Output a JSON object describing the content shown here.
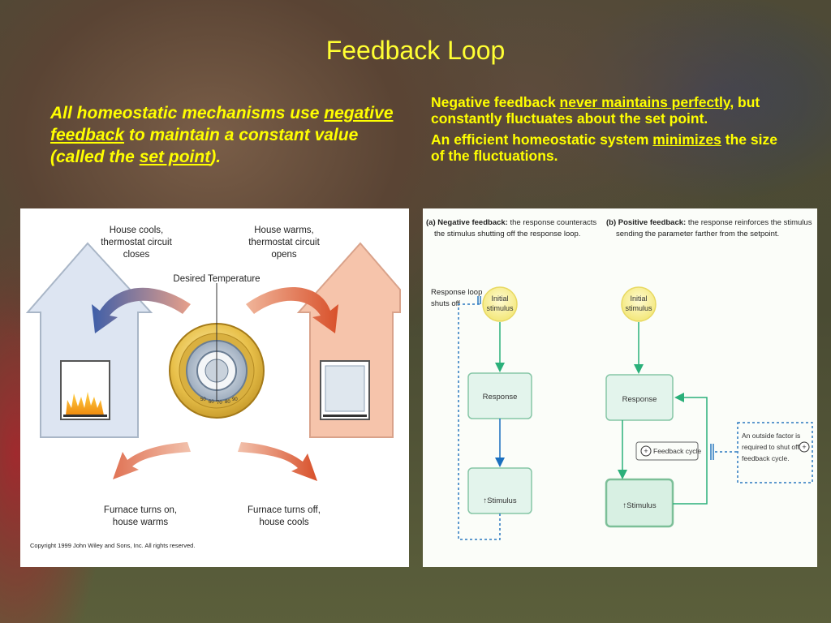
{
  "slide": {
    "title": "Feedback Loop",
    "left": {
      "part1": "All homeostatic mechanisms use ",
      "term1": "negative feedback",
      "part2": " to maintain a constant value (called the ",
      "term2": "set point",
      "part3": ")."
    },
    "right": {
      "p1_a": "Negative feedback ",
      "p1_u": "never maintains perfectly",
      "p1_b": ", but constantly fluctuates about the set point.",
      "p2_a": "An efficient homeostatic system ",
      "p2_u": "minimizes",
      "p2_b": " the size of the fluctuations."
    }
  },
  "thermostat_figure": {
    "top_left_label_1": "House cools,",
    "top_left_label_2": "thermostat circuit",
    "top_left_label_3": "closes",
    "top_right_label_1": "House warms,",
    "top_right_label_2": "thermostat circuit",
    "top_right_label_3": "opens",
    "center_label": "Desired Temperature",
    "bottom_left_label_1": "Furnace turns on,",
    "bottom_left_label_2": "house warms",
    "bottom_right_label_1": "Furnace turns off,",
    "bottom_right_label_2": "house cools",
    "copyright": "Copyright 1999 John Wiley and Sons, Inc. All rights reserved.",
    "dial_numbers": [
      "50",
      "60",
      "70",
      "80",
      "90"
    ],
    "colors": {
      "cool_house": "#dde5f2",
      "warm_house": "#f6c4ab",
      "flame": "#f5b514"
    }
  },
  "feedback_figure": {
    "a_heading_bold": "(a) Negative feedback:",
    "a_heading_rest": " the response counteracts",
    "a_heading_line2": "the stimulus shutting off the response loop.",
    "b_heading_bold": "(b) Positive feedback:",
    "b_heading_rest": " the response reinforces the stimulus",
    "b_heading_line2": "sending the parameter farther from the setpoint.",
    "loop_off_1": "Response loop",
    "loop_off_2": "shuts off",
    "initial_1": "Initial",
    "initial_2": "stimulus",
    "response": "Response",
    "stimulus": "Stimulus",
    "feedback_cycle": "Feedback cycle",
    "outside_1": "An outside factor is",
    "outside_2": "required to shut off",
    "outside_3": "feedback cycle.",
    "colors": {
      "circle": "#fbf5a0",
      "box": "#e3f4ec",
      "box_border": "#86c6a6",
      "arrow_green": "#2bb07a",
      "arrow_blue": "#1a6fbf",
      "dashed": "#2a78c0"
    }
  }
}
